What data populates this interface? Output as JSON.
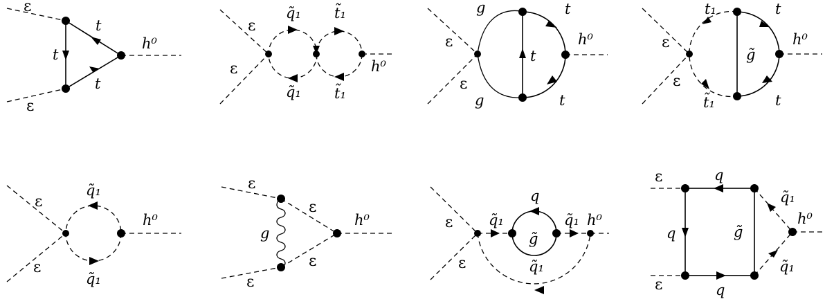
{
  "labels": {
    "eps": "ε",
    "t": "t",
    "h0": "h⁰",
    "q1t": "q̃₁",
    "t1t": "t̃₁",
    "g": "g",
    "gt": "g̃",
    "t1": "t₁",
    "q": "q"
  }
}
